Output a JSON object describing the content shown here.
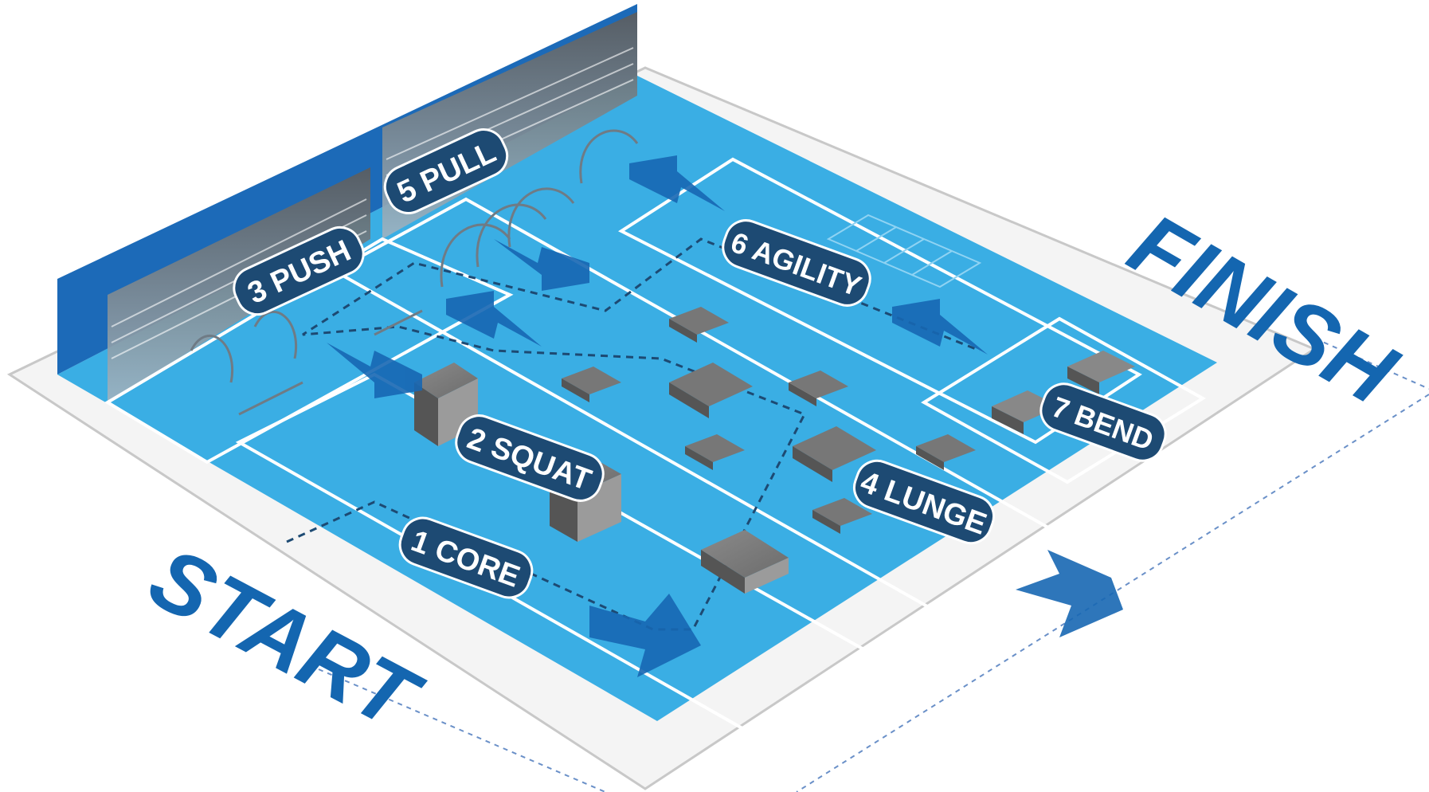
{
  "start_label": "START",
  "finish_label": "FINISH",
  "zones": [
    {
      "id": "core",
      "label": "1 CORE"
    },
    {
      "id": "squat",
      "label": "2 SQUAT"
    },
    {
      "id": "push",
      "label": "3 PUSH"
    },
    {
      "id": "lunge",
      "label": "4 LUNGE"
    },
    {
      "id": "pull",
      "label": "5 PULL"
    },
    {
      "id": "agility",
      "label": "6 AGILITY"
    },
    {
      "id": "bend",
      "label": "7 BEND"
    }
  ],
  "colors": {
    "floor_blue": "#3aaee4",
    "lane_line": "#ffffff",
    "label_fill": "#1d4a73",
    "accent_blue": "#1466b0",
    "arrow_blue": "#1767b3",
    "block_grey": "#9a9a9a",
    "border_grey": "#c8c8c8",
    "wall_grey": "#6c6c6c"
  },
  "icons": {
    "arrow": "direction-arrow-icon",
    "block": "plyo-box-icon",
    "hurdle": "hurdle-icon",
    "ladder": "agility-ladder-icon"
  }
}
